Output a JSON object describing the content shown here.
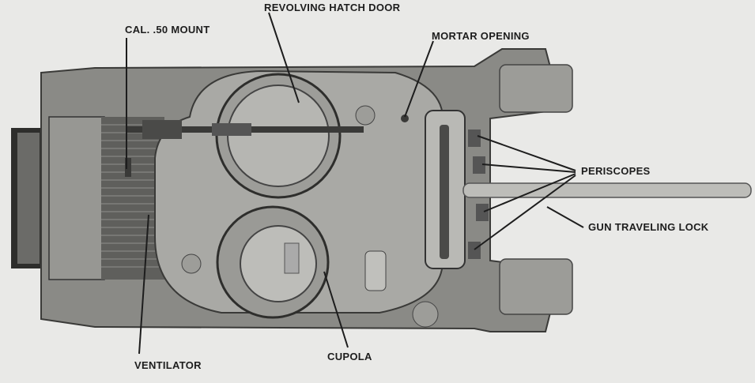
{
  "labels": {
    "revolving_hatch_door": "REVOLVING HATCH DOOR",
    "cal50_mount": "CAL. .50 MOUNT",
    "mortar_opening": "MORTAR OPENING",
    "periscopes": "PERISCOPES",
    "gun_traveling_lock": "GUN TRAVELING LOCK",
    "ventilator": "VENTILATOR",
    "cupola": "CUPOLA"
  },
  "colors": {
    "background": "#e9e9e7",
    "hull": "#8a8a86",
    "turret": "#a9a9a5",
    "grille": "#5f5f5c",
    "track": "#2e2e2c",
    "line": "#1d1d1d"
  }
}
